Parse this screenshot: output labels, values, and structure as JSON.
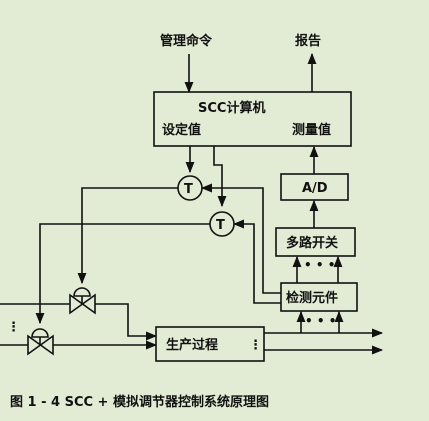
{
  "labels": {
    "command": "管理命令",
    "report": "报告",
    "scc_title": "SCC计算机",
    "setpoint": "设定值",
    "measure": "测量值",
    "ad": "A/D",
    "mux": "多路开关",
    "dots": "• • •",
    "detector": "检测元件",
    "process": "生产过程",
    "t1": "T",
    "t2": "T",
    "side_dots": "⋮",
    "process_dots": "⋮"
  },
  "caption": "图 1 - 4    SCC + 模拟调节器控制系统原理图",
  "colors": {
    "background": "#e2ecd5",
    "ink": "#111111"
  }
}
